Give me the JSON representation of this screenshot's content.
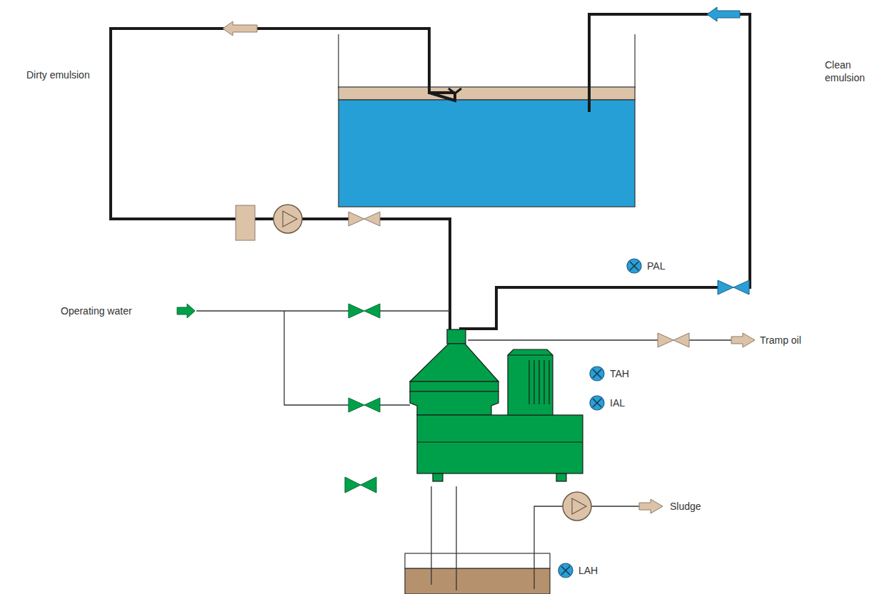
{
  "diagram": {
    "labels": [
      "Dirty emulsion",
      "Clean emulsion",
      "PAL",
      "Operating water",
      "Tramp oil",
      "TAH",
      "IAL",
      "Sludge",
      "LAH"
    ]
  }
}
